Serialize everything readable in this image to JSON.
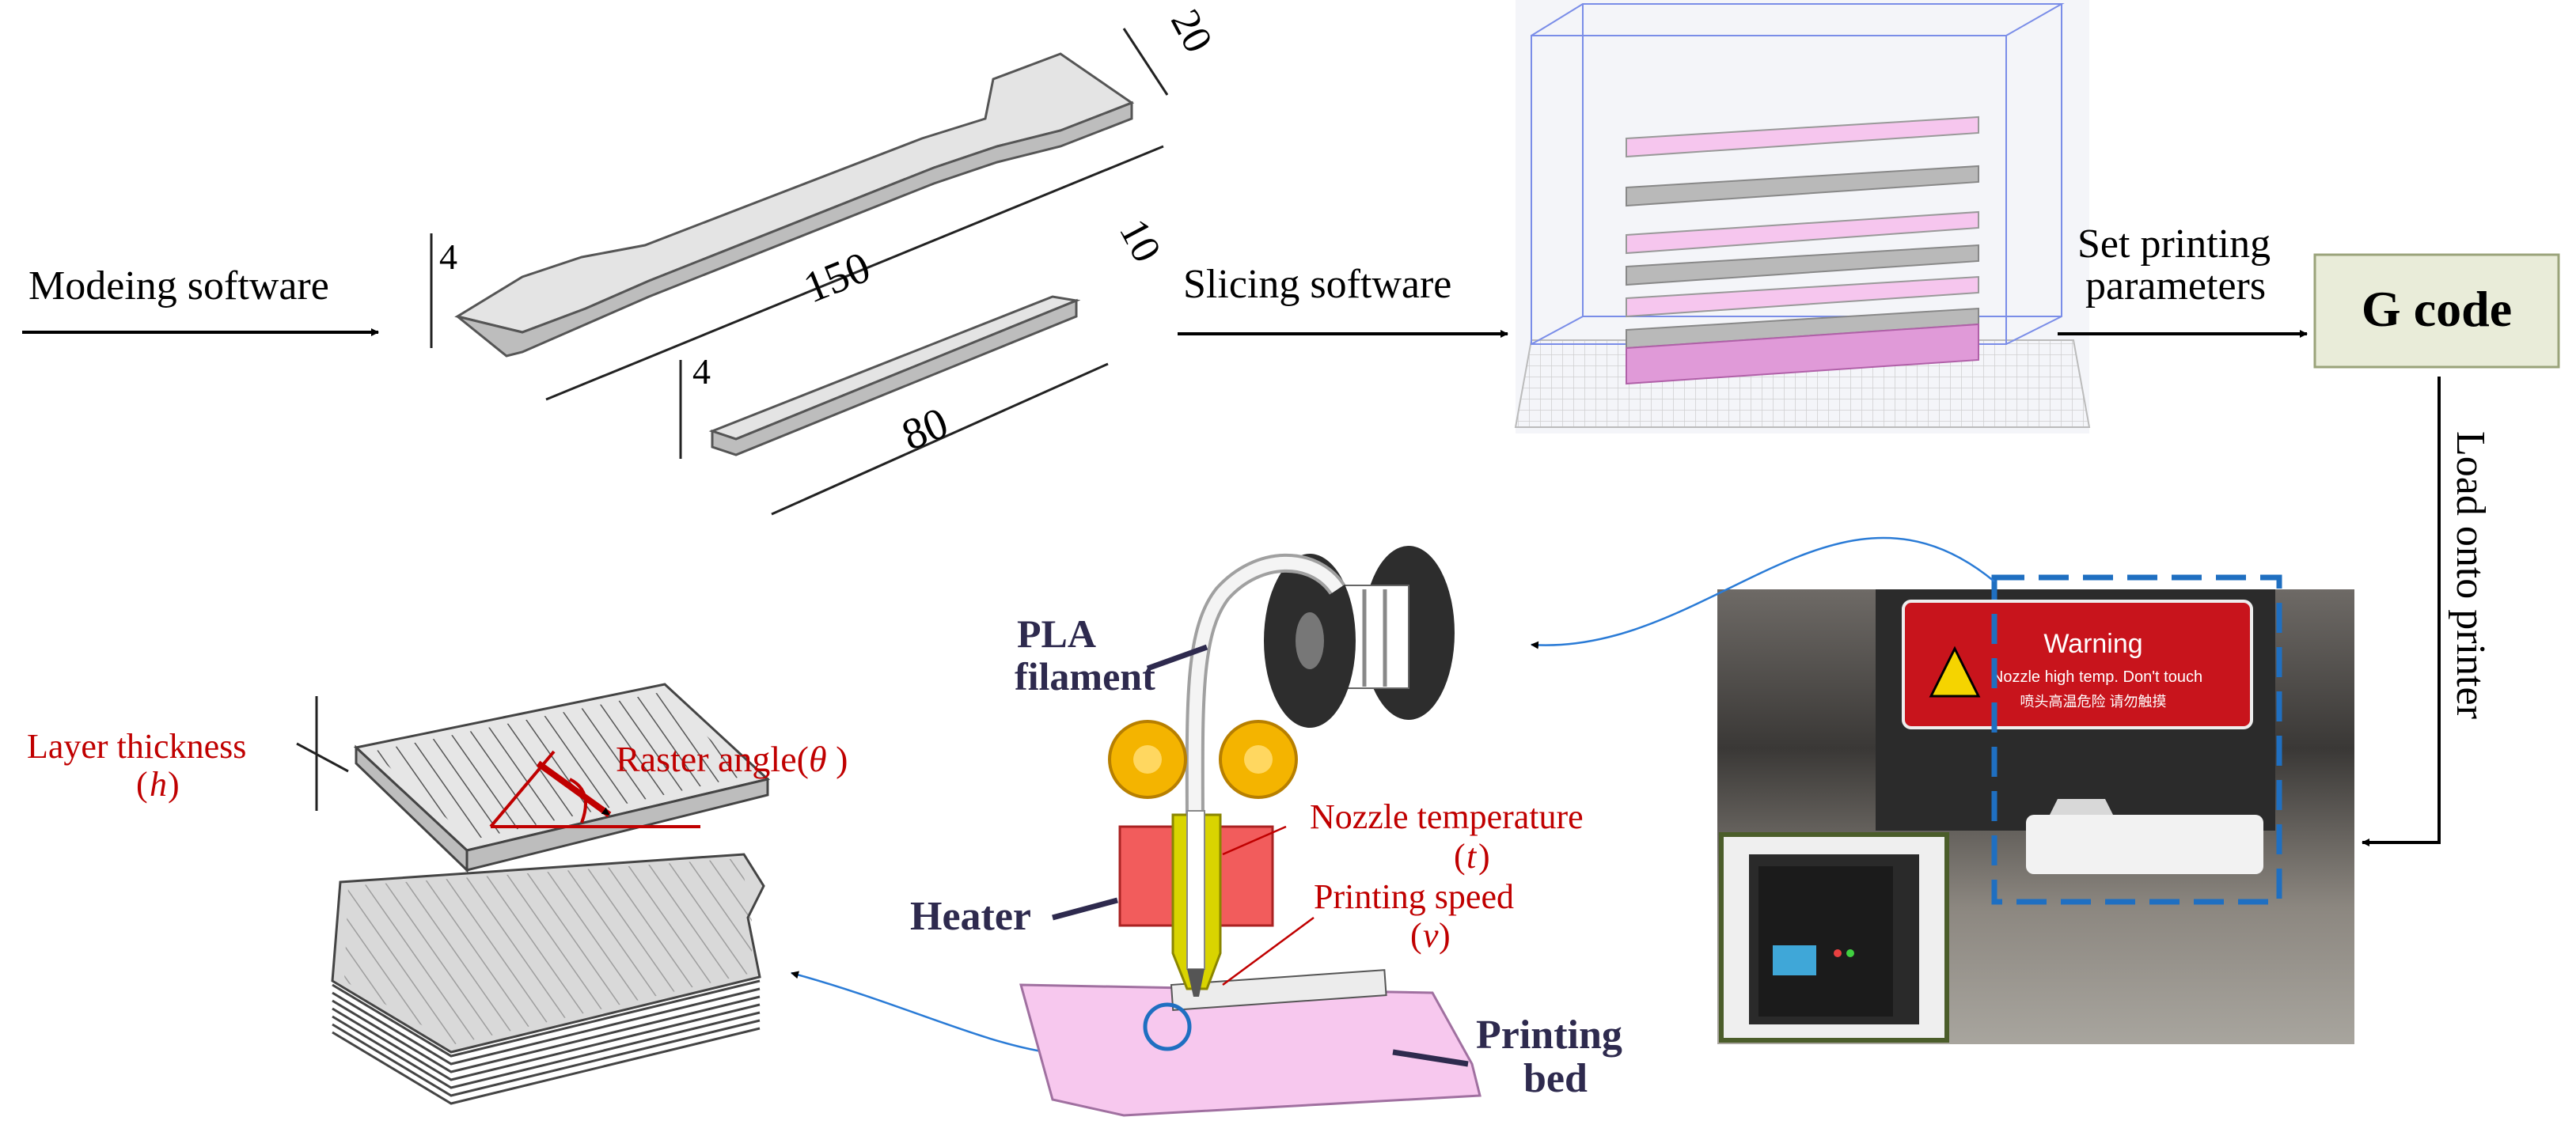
{
  "flow": {
    "modeling_label": "Modeing software",
    "slicing_label": "Slicing software",
    "set_params_line1": "Set printing",
    "set_params_line2": "parameters",
    "gcode_label": "G code",
    "load_label": "Load onto printer"
  },
  "specimens": {
    "dogbone": {
      "length": "150",
      "width": "20",
      "thickness": "4"
    },
    "bar": {
      "length": "80",
      "width": "10",
      "thickness": "4"
    }
  },
  "printer_labels": {
    "pla_line1": "PLA",
    "pla_line2": "filament",
    "heater": "Heater",
    "bed_line1": "Printing",
    "bed_line2": "bed",
    "nozzle_temp": "Nozzle temperature",
    "nozzle_temp_symbol": "t",
    "speed": "Printing speed",
    "speed_symbol": "v"
  },
  "layer_labels": {
    "thickness": "Layer thickness",
    "thickness_symbol": "h",
    "raster_prefix": "Raster angle(",
    "raster_symbol": "θ",
    "raster_suffix": " )"
  },
  "photo": {
    "warning_title": "Warning",
    "warning_text": "Nozzle high temp. Don't touch",
    "warning_cn": "喷头高温危险 请勿触摸"
  },
  "colors": {
    "label_red": "#c00000",
    "label_navy": "#2e2a4e",
    "gcode_fill": "#e9ecd9",
    "arrow_blue": "#2a7bd6",
    "dash_blue": "#1f6fc1",
    "slice_pink": "#f6c6ee",
    "slice_grey": "#b9b9b9",
    "heater_red": "#f25c5c",
    "nozzle_yellow": "#d9d400",
    "gear_yellow": "#f4b400",
    "bed_pink": "#f7c8ee"
  }
}
